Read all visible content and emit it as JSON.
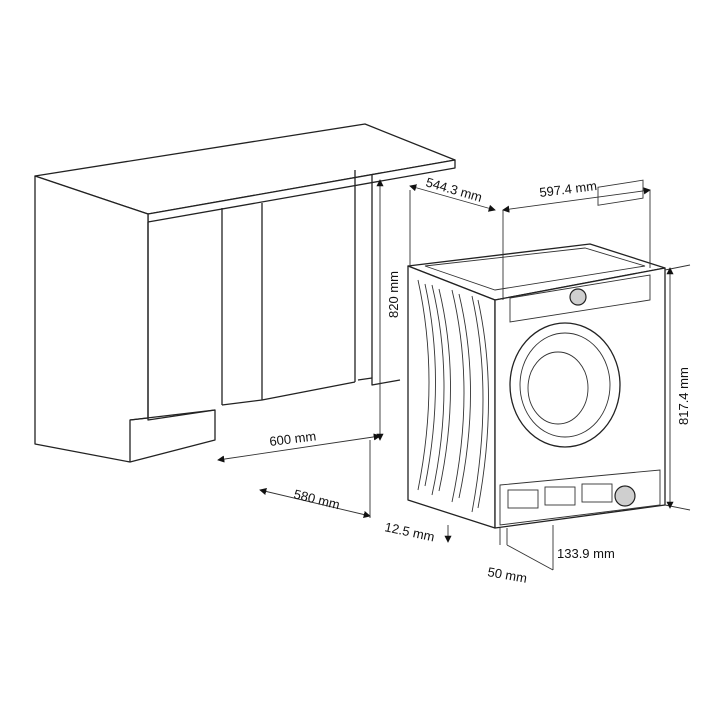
{
  "dimensions": {
    "cabinet_height": "820 mm",
    "cabinet_width": "600 mm",
    "cabinet_depth": "580 mm",
    "machine_depth": "544.3 mm",
    "machine_width": "597.4 mm",
    "machine_height": "817.4 mm",
    "foot_offset": "12.5 mm",
    "bottom_recess": "50 mm",
    "plinth_height": "133.9 mm"
  }
}
